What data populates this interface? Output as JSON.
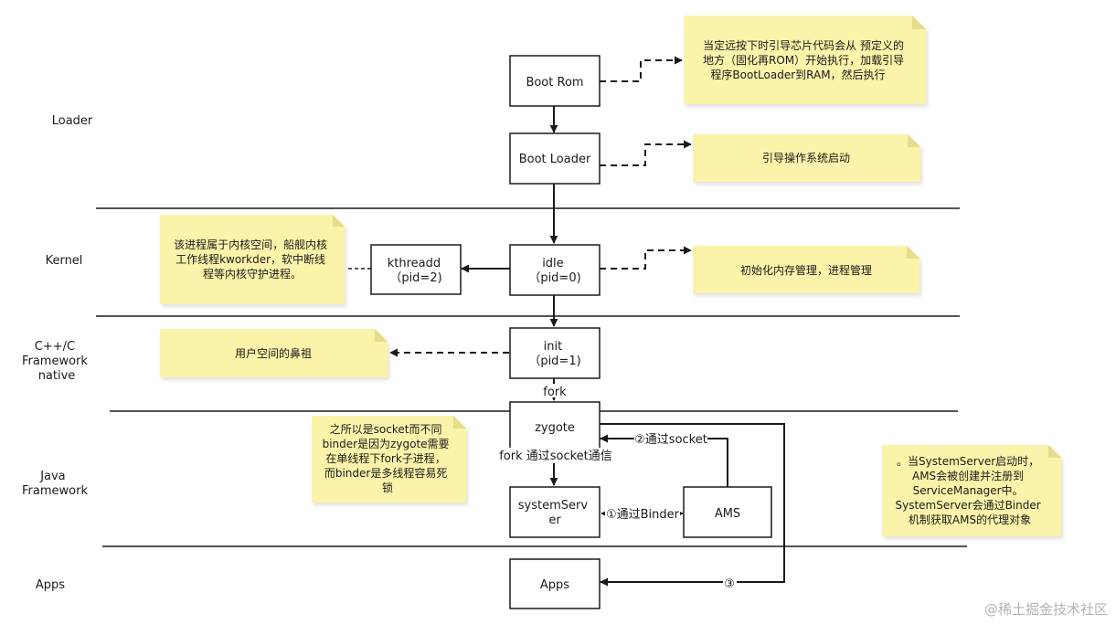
{
  "layers": {
    "loader": "Loader",
    "kernel": "Kernel",
    "native": [
      "C++/C",
      "Framework",
      "native"
    ],
    "java": [
      "Java",
      "Framework"
    ],
    "apps": "Apps"
  },
  "nodes": {
    "boot_rom": [
      "Boot Rom"
    ],
    "boot_loader": [
      "Boot Loader"
    ],
    "idle": [
      "idle",
      "（pid=0)"
    ],
    "kthreadd": [
      "kthreadd",
      "（pid=2)"
    ],
    "init": [
      "init",
      "（pid=1)"
    ],
    "zygote": [
      "zygote"
    ],
    "system_server": [
      "systemServ",
      "er"
    ],
    "ams": [
      "AMS"
    ],
    "apps": [
      "Apps"
    ]
  },
  "edge_labels": {
    "fork": "fork",
    "fork_socket": "fork 通过socket通信",
    "via_binder": "①通过Binder",
    "via_socket": "②通过socket",
    "step3": "③"
  },
  "notes": {
    "boot_rom": [
      "当定远按下时引导芯片代码会从 预定义的",
      "地方（固化再ROM）开始执行，加载引导",
      "程序BootLoader到RAM，然后执行"
    ],
    "boot_loader": [
      "引导操作系统启动"
    ],
    "kthreadd": [
      "该进程属于内核空间，船舰内核",
      "工作线程kworkder，软中断线",
      "程等内核守护进程。"
    ],
    "idle": [
      "初始化内存管理，进程管理"
    ],
    "init": [
      "用户空间的鼻祖"
    ],
    "socket_reason": [
      "之所以是socket而不同",
      "binder是因为zygote需要",
      "在单线程下fork子进程，",
      "而binder是多线程容易死",
      "锁"
    ],
    "system_server": [
      "。当SystemServer启动时，",
      "AMS会被创建并注册到",
      "ServiceManager中。",
      "SystemServer会通过Binder",
      "机制获取AMS的代理对象"
    ]
  },
  "watermark": "@稀土掘金技术社区",
  "colors": {
    "note_fill": "#fbf3a9",
    "line": "#1a1a1a",
    "box_stroke": "#1a1a1a"
  }
}
